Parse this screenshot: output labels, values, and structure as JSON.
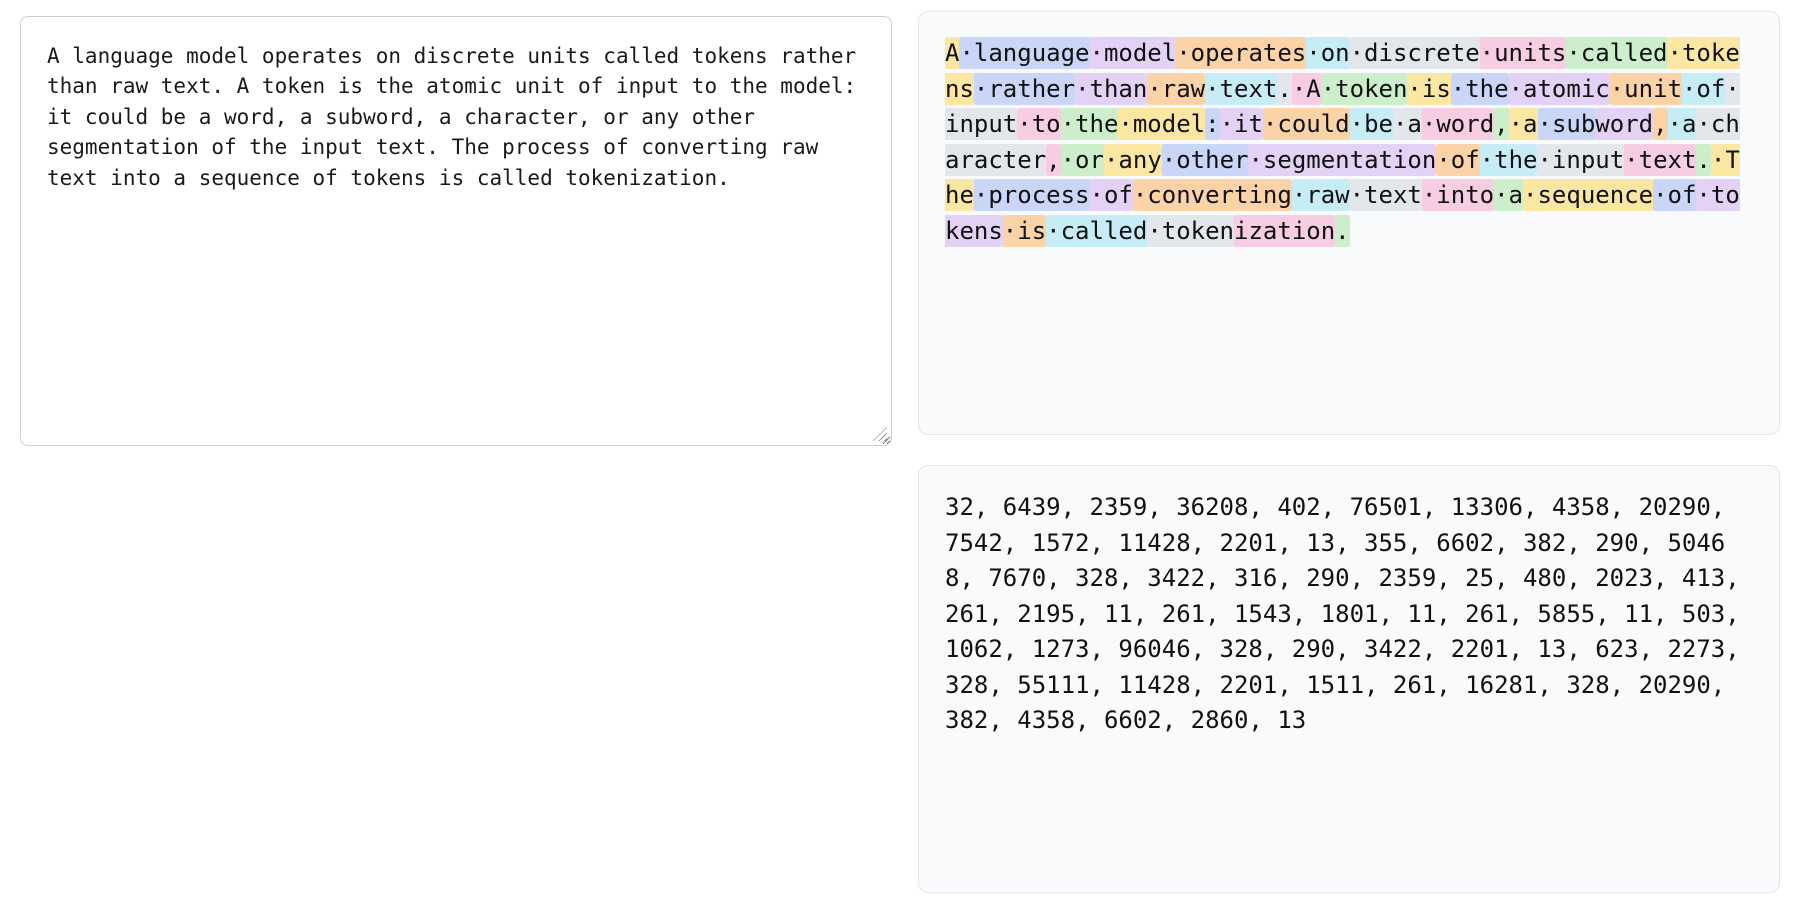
{
  "input": {
    "value": "A language model operates on discrete units called tokens rather than raw text. A token is the atomic unit of input to the model: it could be a word, a subword, a character, or any other segmentation of the input text. The process of converting raw text into a sequence of tokens is called tokenization."
  },
  "tokenizer": {
    "space_symbol": "·",
    "palette": [
      "#fbe7a2",
      "#c9d6f8",
      "#e4d2f6",
      "#fbd3a6",
      "#c6ecf6",
      "#e3e6ea",
      "#f6cde2",
      "#cdeecb"
    ],
    "tokens": [
      "A",
      " language",
      " model",
      " operates",
      " on",
      " discrete",
      " units",
      " called",
      " tokens",
      " rather",
      " than",
      " raw",
      " text",
      ".",
      " A",
      " token",
      " is",
      " the",
      " atomic",
      " unit",
      " of",
      " input",
      " to",
      " the",
      " model",
      ":",
      " it",
      " could",
      " be",
      " a",
      " word",
      ",",
      " a",
      " sub",
      "word",
      ",",
      " a",
      " character",
      ",",
      " or",
      " any",
      " other",
      " segmentation",
      " of",
      " the",
      " input",
      " text",
      ".",
      " The",
      " process",
      " of",
      " converting",
      " raw",
      " text",
      " into",
      " a",
      " sequence",
      " of",
      " tokens",
      " is",
      " called",
      " token",
      "ization",
      "."
    ],
    "ids": [
      32,
      6439,
      2359,
      36208,
      402,
      76501,
      13306,
      4358,
      20290,
      7542,
      1572,
      11428,
      2201,
      13,
      355,
      6602,
      382,
      290,
      50468,
      7670,
      328,
      3422,
      316,
      290,
      2359,
      25,
      480,
      2023,
      413,
      261,
      2195,
      11,
      261,
      1543,
      1801,
      11,
      261,
      5855,
      11,
      503,
      1062,
      1273,
      96046,
      328,
      290,
      3422,
      2201,
      13,
      623,
      2273,
      328,
      55111,
      11428,
      2201,
      1511,
      261,
      16281,
      328,
      20290,
      382,
      4358,
      6602,
      2860,
      13
    ]
  }
}
